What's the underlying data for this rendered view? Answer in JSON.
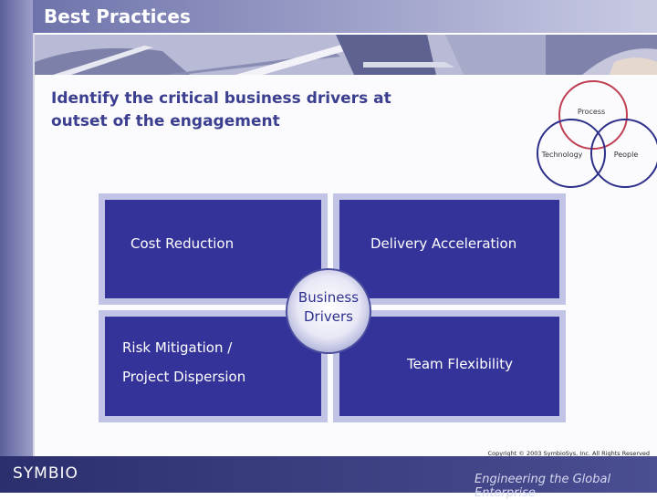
{
  "header": {
    "title": "Best Practices"
  },
  "headline": "Identify the critical business drivers at outset of the engagement",
  "venn": {
    "circles": [
      "Process",
      "Technology",
      "People"
    ]
  },
  "drivers": {
    "center": "Business Drivers",
    "quadrants": [
      {
        "label": "Cost Reduction"
      },
      {
        "label": "Delivery Acceleration"
      },
      {
        "label_line1": "Risk Mitigation /",
        "label_line2": "Project Dispersion"
      },
      {
        "label": "Team Flexibility"
      }
    ]
  },
  "footer": {
    "copyright": "Copyright © 2003 SymbioSys, Inc. All Rights Reserved",
    "logo": "SYMBIO",
    "tagline": "Engineering the Global Enterprise"
  },
  "colors": {
    "accent": "#33339a",
    "title_text": "#3c3f8f",
    "footer": "#2c2f6e"
  }
}
